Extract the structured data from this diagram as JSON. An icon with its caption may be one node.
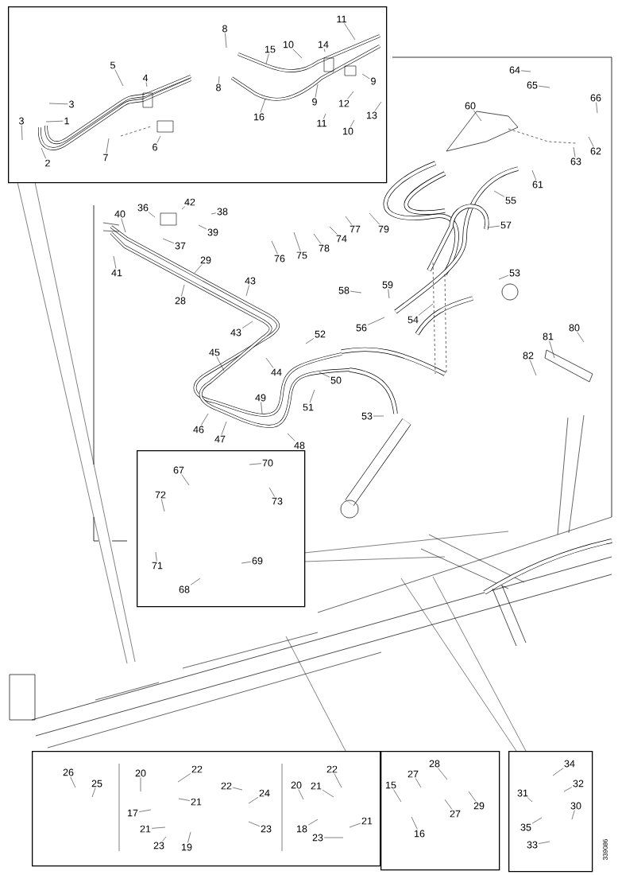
{
  "diagram": {
    "nodes": [
      {
        "text": [],
        "shape": "box"
      },
      {
        "text": [
          "11"
        ],
        "in": 0
      },
      {
        "text": [
          "8"
        ],
        "in": 0
      },
      {
        "text": [
          "14"
        ],
        "in": 0
      },
      {
        "text": [
          "15"
        ],
        "in": 0
      },
      {
        "text": [
          "10"
        ],
        "in": 0
      },
      {
        "text": [
          "5"
        ],
        "in": 0
      },
      {
        "text": [
          "4"
        ],
        "in": 0
      },
      {
        "text": [
          "3"
        ],
        "in": 0
      },
      {
        "text": [
          "1"
        ],
        "in": 0
      },
      {
        "text": [
          "3"
        ],
        "in": 0
      },
      {
        "text": [
          "2"
        ],
        "in": 0
      },
      {
        "text": [
          "7"
        ],
        "in": 0
      },
      {
        "text": [
          "6"
        ],
        "in": 0
      },
      {
        "text": [
          "8"
        ],
        "in": 0
      },
      {
        "text": [
          "16"
        ],
        "in": 0
      },
      {
        "text": [
          "9"
        ],
        "in": 0
      },
      {
        "text": [
          "9"
        ],
        "in": 0
      },
      {
        "text": [
          "12"
        ],
        "in": 0
      },
      {
        "text": [
          "11"
        ],
        "in": 0
      },
      {
        "text": [
          "10"
        ],
        "in": 0
      },
      {
        "text": [
          "13"
        ],
        "in": 0
      },
      {
        "text": [],
        "shape": "box"
      },
      {
        "text": [
          "67"
        ],
        "in": 22
      },
      {
        "text": [
          "70"
        ],
        "in": 22
      },
      {
        "text": [
          "72"
        ],
        "in": 22
      },
      {
        "text": [
          "73"
        ],
        "in": 22
      },
      {
        "text": [
          "71"
        ],
        "in": 22
      },
      {
        "text": [
          "69"
        ],
        "in": 22
      },
      {
        "text": [
          "68"
        ],
        "in": 22
      },
      {
        "text": [
          "64"
        ]
      },
      {
        "text": [
          "65"
        ]
      },
      {
        "text": [
          "66"
        ]
      },
      {
        "text": [
          "60"
        ]
      },
      {
        "text": [
          "62"
        ]
      },
      {
        "text": [
          "63"
        ]
      },
      {
        "text": [
          "61"
        ]
      },
      {
        "text": [
          "55"
        ]
      },
      {
        "text": [
          "57"
        ]
      },
      {
        "text": [
          "36"
        ]
      },
      {
        "text": [
          "42"
        ]
      },
      {
        "text": [
          "38"
        ]
      },
      {
        "text": [
          "40"
        ]
      },
      {
        "text": [
          "39"
        ]
      },
      {
        "text": [
          "37"
        ]
      },
      {
        "text": [
          "41"
        ]
      },
      {
        "text": [
          "79"
        ]
      },
      {
        "text": [
          "77"
        ]
      },
      {
        "text": [
          "74"
        ]
      },
      {
        "text": [
          "76"
        ]
      },
      {
        "text": [
          "75"
        ]
      },
      {
        "text": [
          "78"
        ]
      },
      {
        "text": [
          "29"
        ]
      },
      {
        "text": [
          "28"
        ]
      },
      {
        "text": [
          "43"
        ]
      },
      {
        "text": [
          "43"
        ]
      },
      {
        "text": [
          "58"
        ]
      },
      {
        "text": [
          "59"
        ]
      },
      {
        "text": [
          "53"
        ]
      },
      {
        "text": [
          "54"
        ]
      },
      {
        "text": [
          "56"
        ]
      },
      {
        "text": [
          "81"
        ]
      },
      {
        "text": [
          "80"
        ]
      },
      {
        "text": [
          "82"
        ]
      },
      {
        "text": [
          "52"
        ]
      },
      {
        "text": [
          "45"
        ]
      },
      {
        "text": [
          "44"
        ]
      },
      {
        "text": [
          "50"
        ]
      },
      {
        "text": [
          "51"
        ]
      },
      {
        "text": [
          "49"
        ]
      },
      {
        "text": [
          "53"
        ]
      },
      {
        "text": [
          "46"
        ]
      },
      {
        "text": [
          "47"
        ]
      },
      {
        "text": [
          "48"
        ]
      },
      {
        "text": [],
        "shape": "box"
      },
      {
        "text": [
          "26"
        ],
        "in": 74
      },
      {
        "text": [
          "25"
        ],
        "in": 74
      },
      {
        "text": [
          "20"
        ],
        "in": 74
      },
      {
        "text": [
          "22"
        ],
        "in": 74
      },
      {
        "text": [
          "17"
        ],
        "in": 74
      },
      {
        "text": [
          "21"
        ],
        "in": 74
      },
      {
        "text": [
          "21"
        ],
        "in": 74
      },
      {
        "text": [
          "23"
        ],
        "in": 74
      },
      {
        "text": [
          "19"
        ],
        "in": 74
      },
      {
        "text": [
          "22"
        ],
        "in": 74
      },
      {
        "text": [
          "24"
        ],
        "in": 74
      },
      {
        "text": [
          "23"
        ],
        "in": 74
      },
      {
        "text": [
          "20"
        ],
        "in": 74
      },
      {
        "text": [
          "21"
        ],
        "in": 74
      },
      {
        "text": [
          "22"
        ],
        "in": 74
      },
      {
        "text": [
          "18"
        ],
        "in": 74
      },
      {
        "text": [
          "21"
        ],
        "in": 74
      },
      {
        "text": [
          "23"
        ],
        "in": 74
      },
      {
        "text": [],
        "shape": "box"
      },
      {
        "text": [
          "15"
        ],
        "in": 93
      },
      {
        "text": [
          "27"
        ],
        "in": 93
      },
      {
        "text": [
          "28"
        ],
        "in": 93
      },
      {
        "text": [
          "27"
        ],
        "in": 93
      },
      {
        "text": [
          "29"
        ],
        "in": 93
      },
      {
        "text": [
          "16"
        ],
        "in": 93
      },
      {
        "text": [],
        "shape": "box"
      },
      {
        "text": [
          "34"
        ],
        "in": 100
      },
      {
        "text": [
          "31"
        ],
        "in": 100
      },
      {
        "text": [
          "32"
        ],
        "in": 100
      },
      {
        "text": [
          "30"
        ],
        "in": 100
      },
      {
        "text": [
          "35"
        ],
        "in": 100
      },
      {
        "text": [
          "33"
        ],
        "in": 100
      }
    ],
    "edges": [
      {
        "from": 1,
        "to": null,
        "arrow": "none"
      },
      {
        "from": 2,
        "to": null,
        "arrow": "none"
      },
      {
        "from": 3,
        "to": null,
        "arrow": "none"
      },
      {
        "from": 4,
        "to": null,
        "arrow": "none"
      },
      {
        "from": 5,
        "to": null,
        "arrow": "none"
      },
      {
        "from": 6,
        "to": null,
        "arrow": "none"
      },
      {
        "from": 7,
        "to": null,
        "arrow": "none"
      },
      {
        "from": 8,
        "to": null,
        "arrow": "none"
      },
      {
        "from": 9,
        "to": null,
        "arrow": "none"
      },
      {
        "from": 10,
        "to": null,
        "arrow": "none"
      },
      {
        "from": 11,
        "to": null,
        "arrow": "none"
      },
      {
        "from": 12,
        "to": null,
        "arrow": "none"
      },
      {
        "from": 13,
        "to": null,
        "arrow": "none"
      },
      {
        "from": 14,
        "to": null,
        "arrow": "none"
      },
      {
        "from": 15,
        "to": null,
        "arrow": "none"
      },
      {
        "from": 16,
        "to": null,
        "arrow": "none"
      },
      {
        "from": 17,
        "to": null,
        "arrow": "none"
      },
      {
        "from": 18,
        "to": null,
        "arrow": "none"
      },
      {
        "from": 19,
        "to": null,
        "arrow": "none"
      },
      {
        "from": 20,
        "to": null,
        "arrow": "none"
      },
      {
        "from": 21,
        "to": null,
        "arrow": "none"
      },
      {
        "from": 23,
        "to": null,
        "arrow": "none"
      },
      {
        "from": 24,
        "to": null,
        "arrow": "none"
      },
      {
        "from": 25,
        "to": null,
        "arrow": "none"
      },
      {
        "from": 26,
        "to": null,
        "arrow": "none"
      },
      {
        "from": 27,
        "to": null,
        "arrow": "none"
      },
      {
        "from": 28,
        "to": null,
        "arrow": "none"
      },
      {
        "from": 29,
        "to": null,
        "arrow": "none"
      },
      {
        "from": 30,
        "to": null,
        "arrow": "none"
      },
      {
        "from": 31,
        "to": null,
        "arrow": "none"
      },
      {
        "from": 32,
        "to": null,
        "arrow": "none"
      },
      {
        "from": 33,
        "to": null,
        "arrow": "none"
      },
      {
        "from": 34,
        "to": null,
        "arrow": "none"
      },
      {
        "from": 35,
        "to": null,
        "arrow": "none"
      },
      {
        "from": 36,
        "to": null,
        "arrow": "none"
      },
      {
        "from": 37,
        "to": null,
        "arrow": "none"
      },
      {
        "from": 38,
        "to": null,
        "arrow": "none"
      },
      {
        "from": 39,
        "to": null,
        "arrow": "none"
      },
      {
        "from": 40,
        "to": null,
        "arrow": "none"
      },
      {
        "from": 41,
        "to": null,
        "arrow": "none"
      },
      {
        "from": 42,
        "to": null,
        "arrow": "none"
      },
      {
        "from": 43,
        "to": null,
        "arrow": "none"
      },
      {
        "from": 44,
        "to": null,
        "arrow": "none"
      },
      {
        "from": 45,
        "to": null,
        "arrow": "none"
      },
      {
        "from": 46,
        "to": null,
        "arrow": "none"
      },
      {
        "from": 47,
        "to": null,
        "arrow": "none"
      },
      {
        "from": 48,
        "to": null,
        "arrow": "none"
      },
      {
        "from": 49,
        "to": null,
        "arrow": "none"
      },
      {
        "from": 50,
        "to": null,
        "arrow": "none"
      },
      {
        "from": 51,
        "to": null,
        "arrow": "none"
      },
      {
        "from": 52,
        "to": null,
        "arrow": "none"
      },
      {
        "from": 53,
        "to": null,
        "arrow": "none"
      },
      {
        "from": 54,
        "to": null,
        "arrow": "none"
      },
      {
        "from": 55,
        "to": null,
        "arrow": "none"
      },
      {
        "from": 56,
        "to": null,
        "arrow": "none"
      },
      {
        "from": 57,
        "to": null,
        "arrow": "none"
      },
      {
        "from": 58,
        "to": null,
        "arrow": "none"
      },
      {
        "from": 59,
        "to": null,
        "arrow": "none"
      },
      {
        "from": 60,
        "to": null,
        "arrow": "none"
      },
      {
        "from": 61,
        "to": null,
        "arrow": "none"
      },
      {
        "from": 62,
        "to": null,
        "arrow": "none"
      },
      {
        "from": 63,
        "to": null,
        "arrow": "none"
      },
      {
        "from": 64,
        "to": null,
        "arrow": "none"
      },
      {
        "from": 65,
        "to": null,
        "arrow": "none"
      },
      {
        "from": 66,
        "to": null,
        "arrow": "none"
      },
      {
        "from": 67,
        "to": null,
        "arrow": "none"
      },
      {
        "from": 68,
        "to": null,
        "arrow": "none"
      },
      {
        "from": 69,
        "to": null,
        "arrow": "none"
      },
      {
        "from": 70,
        "to": null,
        "arrow": "none"
      },
      {
        "from": 71,
        "to": null,
        "arrow": "none"
      },
      {
        "from": 72,
        "to": null,
        "arrow": "none"
      },
      {
        "from": 73,
        "to": null,
        "arrow": "none"
      },
      {
        "from": 75,
        "to": null,
        "arrow": "none"
      },
      {
        "from": 76,
        "to": null,
        "arrow": "none"
      },
      {
        "from": 77,
        "to": null,
        "arrow": "none"
      },
      {
        "from": 78,
        "to": null,
        "arrow": "none"
      },
      {
        "from": 79,
        "to": null,
        "arrow": "none"
      },
      {
        "from": 80,
        "to": null,
        "arrow": "none"
      },
      {
        "from": 81,
        "to": null,
        "arrow": "none"
      },
      {
        "from": 82,
        "to": null,
        "arrow": "none"
      },
      {
        "from": 83,
        "to": null,
        "arrow": "none"
      },
      {
        "from": 84,
        "to": null,
        "arrow": "none"
      },
      {
        "from": 85,
        "to": null,
        "arrow": "none"
      },
      {
        "from": 86,
        "to": null,
        "arrow": "none"
      },
      {
        "from": 87,
        "to": null,
        "arrow": "none"
      },
      {
        "from": 88,
        "to": null,
        "arrow": "none"
      },
      {
        "from": 89,
        "to": null,
        "arrow": "none"
      },
      {
        "from": 90,
        "to": null,
        "arrow": "none"
      },
      {
        "from": 91,
        "to": null,
        "arrow": "none"
      },
      {
        "from": 92,
        "to": null,
        "arrow": "none"
      },
      {
        "from": 94,
        "to": null,
        "arrow": "none"
      },
      {
        "from": 95,
        "to": null,
        "arrow": "none"
      },
      {
        "from": 96,
        "to": null,
        "arrow": "none"
      },
      {
        "from": 97,
        "to": null,
        "arrow": "none"
      },
      {
        "from": 98,
        "to": null,
        "arrow": "none"
      },
      {
        "from": 99,
        "to": null,
        "arrow": "none"
      },
      {
        "from": 101,
        "to": null,
        "arrow": "none"
      },
      {
        "from": 102,
        "to": null,
        "arrow": "none"
      },
      {
        "from": 103,
        "to": null,
        "arrow": "none"
      },
      {
        "from": 104,
        "to": null,
        "arrow": "none"
      },
      {
        "from": 105,
        "to": null,
        "arrow": "none"
      },
      {
        "from": 106,
        "to": null,
        "arrow": "none"
      },
      {
        "from": 0,
        "to": null,
        "arrow": "none"
      },
      {
        "from": 0,
        "to": null,
        "arrow": "none"
      },
      {
        "from": 22,
        "to": null,
        "arrow": "none"
      },
      {
        "from": 22,
        "to": null,
        "arrow": "none"
      },
      {
        "from": 74,
        "to": null,
        "arrow": "none"
      },
      {
        "from": 100,
        "to": null,
        "arrow": "none"
      },
      {
        "from": 100,
        "to": null,
        "arrow": "none"
      }
    ],
    "labels": [
      "339086"
    ]
  }
}
